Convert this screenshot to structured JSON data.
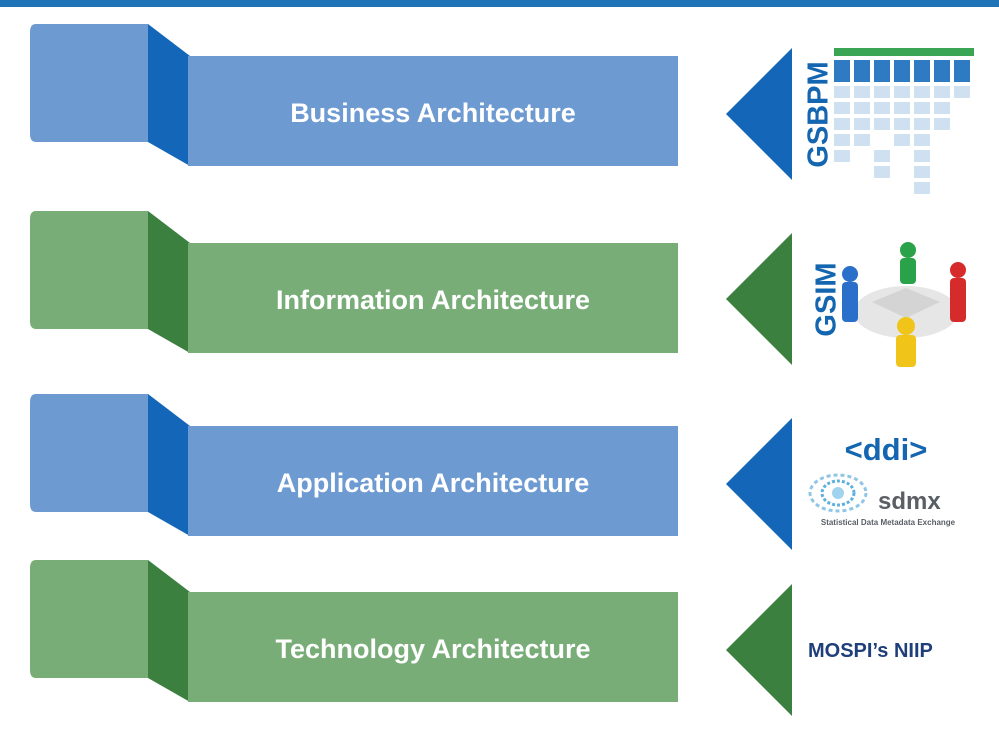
{
  "layers": [
    {
      "id": "business",
      "label": "Business Architecture",
      "standard": "GSBPM"
    },
    {
      "id": "information",
      "label": "Information Architecture",
      "standard": "GSIM"
    },
    {
      "id": "application",
      "label": "Application Architecture",
      "standard_primary": "<ddi>",
      "standard_secondary": "sdmx",
      "standard_secondary_caption": "Statistical Data Metadata Exchange"
    },
    {
      "id": "technology",
      "label": "Technology Architecture",
      "standard": "MOSPI’s NIIP"
    }
  ],
  "colors": {
    "top_bar": "#1f73b7",
    "blue_light": "#6e9ad2",
    "blue_dark": "#1467b8",
    "green_light": "#78ad78",
    "green_dark": "#3c8040",
    "label_blue": "#1466b0",
    "niip_navy": "#1f3f7a"
  },
  "icons": {
    "gsbpm": "gsbpm-process-matrix-image",
    "gsim": "puzzle-people-image",
    "sdmx": "sdmx-globe-logo"
  }
}
